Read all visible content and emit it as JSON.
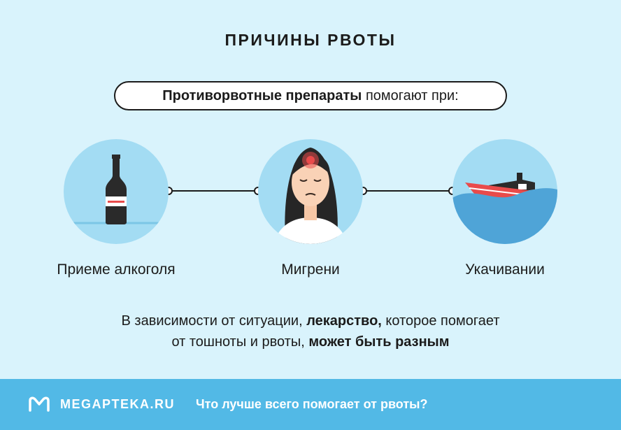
{
  "title": "ПРИЧИНЫ РВОТЫ",
  "intro": {
    "bold": "Противорвотные препараты",
    "rest": "помогают при:"
  },
  "causes": [
    {
      "label": "Приеме алкоголя",
      "icon": "alcohol-bottle-icon"
    },
    {
      "label": "Мигрени",
      "icon": "migraine-woman-icon"
    },
    {
      "label": "Укачивании",
      "icon": "boat-on-waves-icon"
    }
  ],
  "note": {
    "line1_start": "В зависимости от ситуации,",
    "line1_bold": "лекарство,",
    "line1_end": "которое помогает",
    "line2_start": "от тошноты и рвоты,",
    "line2_bold": "может быть разным"
  },
  "footer": {
    "brand": "MEGAPTEKA.RU",
    "tagline": "Что лучше всего помогает от рвоты?"
  },
  "colors": {
    "background": "#d9f3fc",
    "circle": "#a3dcf3",
    "footer": "#52b9e6",
    "accent_red": "#e94b4b",
    "text": "#1b1b1b"
  }
}
